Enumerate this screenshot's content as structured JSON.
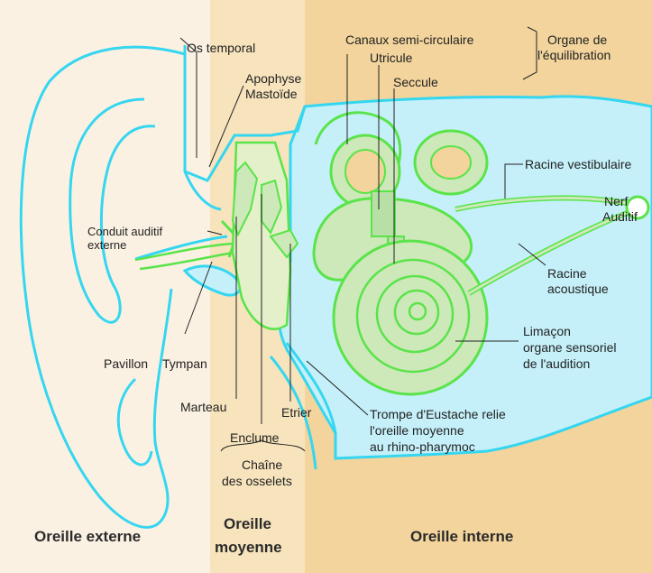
{
  "regions": {
    "external": "Oreille externe",
    "middle_line1": "Oreille",
    "middle_line2": "moyenne",
    "inner": "Oreille interne"
  },
  "labels": {
    "os_temporal": "Os temporal",
    "apophyse": "Apophyse",
    "mastoide": "Mastoïde",
    "canaux": "Canaux semi-circulaire",
    "utricule": "Utricule",
    "seccule": "Seccule",
    "organe_1": "Organe de",
    "organe_2": "l'équilibration",
    "racine_vestibulaire": "Racine vestibulaire",
    "nerf": "Nerf",
    "auditif": "Auditif",
    "conduit_1": "Conduit auditif",
    "conduit_2": "externe",
    "racine_acoustique_1": "Racine",
    "racine_acoustique_2": "acoustique",
    "limacon_1": "Limaçon",
    "limacon_2": "organe sensoriel",
    "limacon_3": "de l'audition",
    "pavillon": "Pavillon",
    "tympan": "Tympan",
    "marteau": "Marteau",
    "etrier": "Etrier",
    "enclume": "Enclume",
    "chaine_1": "Chaîne",
    "chaine_2": "des osselets",
    "trompe_1": "Trompe d'Eustache relie",
    "trompe_2": "l'oreille moyenne",
    "trompe_3": "au rhino-pharymoc"
  },
  "colors": {
    "external_bg": "#fbf1e3",
    "middle_bg": "#f7e4bd",
    "inner_bg": "#f2d49c",
    "cyan": "#35d6f0",
    "fluid": "#c5f0f9",
    "green": "#5ae44a",
    "green_fill": "#cde8b9"
  }
}
